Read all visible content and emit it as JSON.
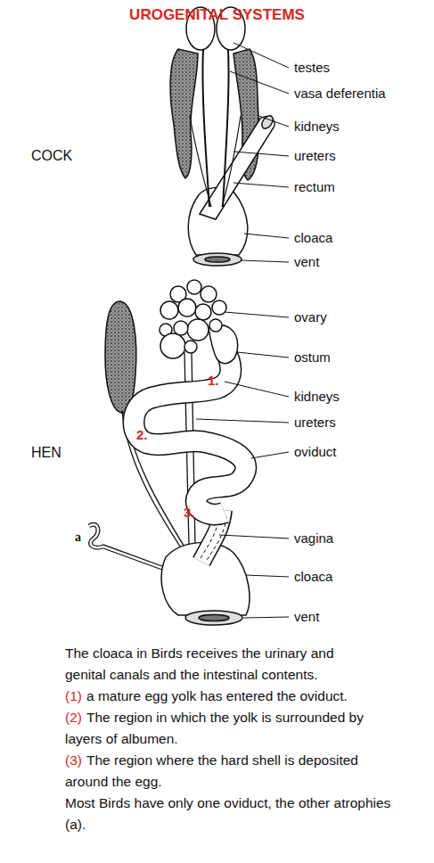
{
  "diagram": {
    "title": "UROGENITAL SYSTEMS",
    "caption": "The cloaca in Birds receives the urinary and genital canals and the intestinal contents.",
    "labels": [
      "COCK",
      "testes",
      "vasa deferentia",
      "kidneys",
      "ureters",
      "rectum",
      "cloaca",
      "vent",
      "HEN",
      "ovary",
      "ostum",
      "kidneys",
      "ureters",
      "oviduct",
      "vagina",
      "cloaca",
      "vent",
      "1.",
      "2.",
      "3.",
      "a",
      "(1)",
      "a mature egg yolk has entered the oviduct.",
      "(2)",
      "The region in which the yolk is surrounded by layers of albumen.",
      "(3)",
      "The region where the hard shell is deposited around the egg.",
      "Most Birds have only one oviduct, the other atrophies (a)."
    ]
  }
}
